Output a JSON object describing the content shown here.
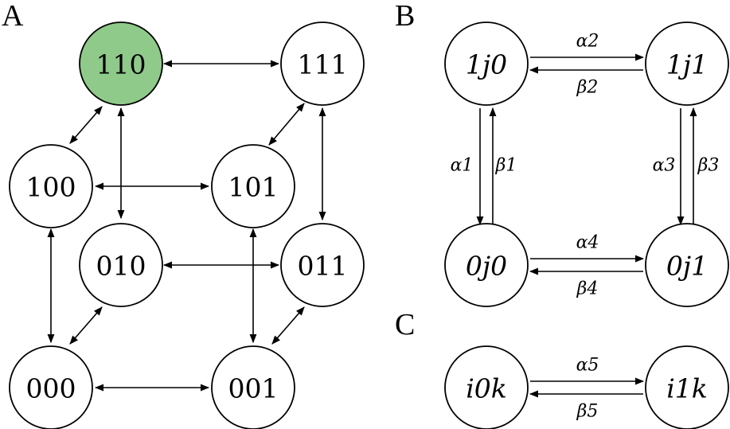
{
  "panels": {
    "a": "A",
    "b": "B",
    "c": "C"
  },
  "highlight_color": "#8fca8a",
  "panel_a": {
    "nodes": [
      "110",
      "111",
      "100",
      "101",
      "010",
      "011",
      "000",
      "001"
    ],
    "highlighted": "110",
    "edges": [
      [
        "110",
        "111"
      ],
      [
        "110",
        "100"
      ],
      [
        "110",
        "010"
      ],
      [
        "111",
        "101"
      ],
      [
        "111",
        "011"
      ],
      [
        "100",
        "101"
      ],
      [
        "100",
        "000"
      ],
      [
        "101",
        "001"
      ],
      [
        "010",
        "011"
      ],
      [
        "010",
        "000"
      ],
      [
        "011",
        "001"
      ],
      [
        "000",
        "001"
      ]
    ]
  },
  "panel_b": {
    "nodes": [
      "1j0",
      "1j1",
      "0j0",
      "0j1"
    ],
    "rates": {
      "a2": "α2",
      "b2": "β2",
      "a1": "α1",
      "b1": "β1",
      "a3": "α3",
      "b3": "β3",
      "a4": "α4",
      "b4": "β4"
    }
  },
  "panel_c": {
    "nodes": [
      "i0k",
      "i1k"
    ],
    "rates": {
      "a5": "α5",
      "b5": "β5"
    }
  }
}
